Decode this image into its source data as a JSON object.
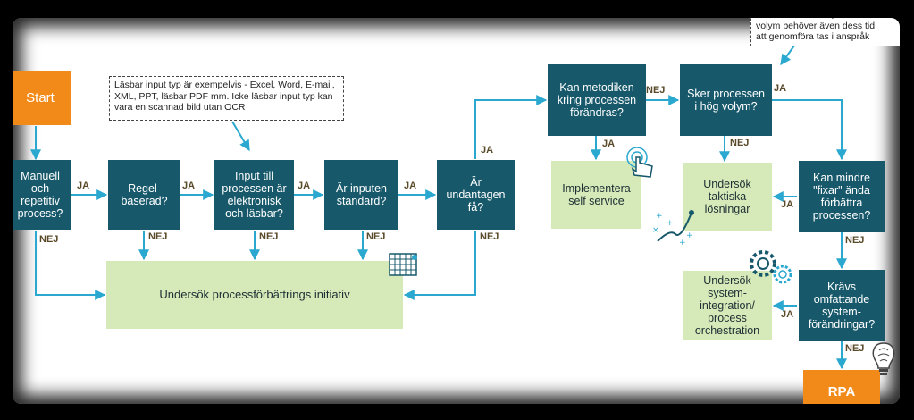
{
  "nodes": {
    "start": "Start",
    "manuell": "Manuell\noch\nrepetitiv\nprocess?",
    "regel": "Regel-\nbaserad?",
    "input": "Input till\nprocessen är\nelektronisk\noch läsbar?",
    "standard": "Är inputen\nstandard?",
    "undantagen": "Är\nundantagen\nfå?",
    "undersok_process": "Undersök processförbättrings initiativ",
    "metodiken": "Kan metodiken\nkring processen\nförändras?",
    "implementera": "Implementera\nself service",
    "volym": "Sker processen\ni hög volym?",
    "taktiska": "Undersök\ntaktiska\nlösningar",
    "fixar": "Kan mindre\n\"fixar\" ända\nförbättra\nprocessen?",
    "kravs": "Krävs\nomfattande\nsystem-\nförändringar?",
    "systemintegration": "Undersök\nsystem-\nintegration/\nprocess\norchestration",
    "rpa": "RPA"
  },
  "notes": {
    "input_note": "Läsbar input typ är exempelvis - Excel, Word, E-mail, XML, PPT, läsbar PDF mm. Icke läsbar input typ kan vara en scannad bild utan OCR",
    "volume_note": "Tillsammans med processens\nvolym behöver även dess tid\natt genomföra tas i anspråk"
  },
  "labels": {
    "ja": "JA",
    "nej": "NEJ"
  },
  "icons": [
    "calendar-grid-icon",
    "hand-tap-icon",
    "sparkle-path-icon",
    "gears-icon",
    "brain-lightbulb-icon"
  ],
  "colors": {
    "teal": "#17596b",
    "green": "#d5e9b9",
    "orange": "#f28a1a",
    "arrow": "#2aa8cf"
  }
}
